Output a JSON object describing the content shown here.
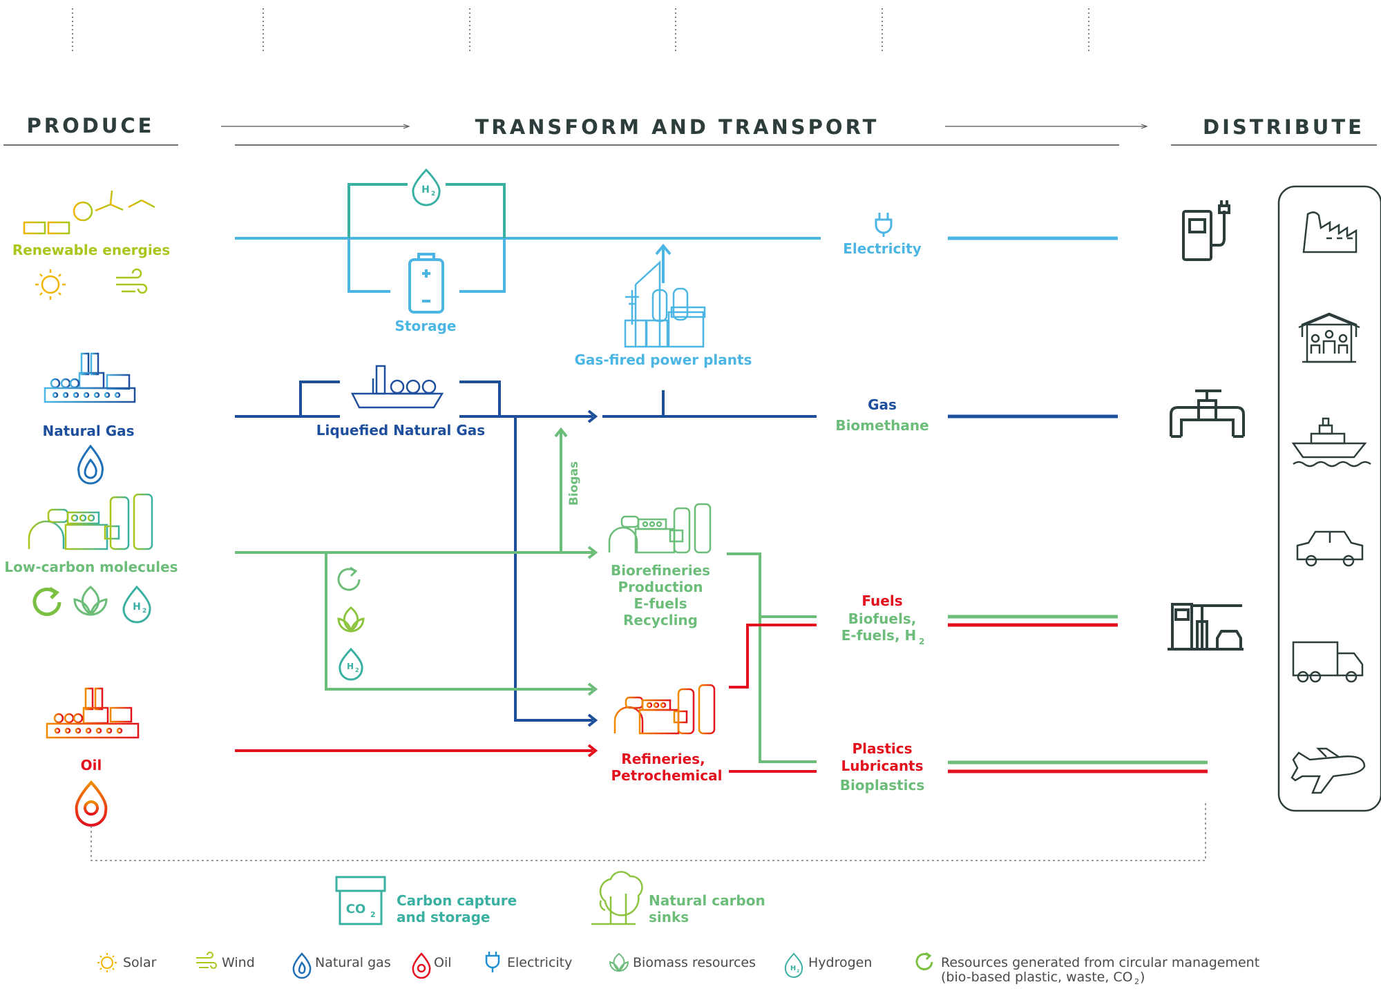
{
  "headers": {
    "produce": "PRODUCE",
    "transform": "TRANSFORM AND TRANSPORT",
    "distribute": "DISTRIBUTE"
  },
  "produce": {
    "renewable": "Renewable energies",
    "natural_gas": "Natural Gas",
    "low_carbon": "Low-carbon molecules",
    "oil": "Oil"
  },
  "transform": {
    "storage": "Storage",
    "lng": "Liquefied Natural Gas",
    "gas_power": "Gas-fired power plants",
    "biogas": "Biogas",
    "biorefineries": [
      "Biorefineries",
      "Production",
      "E-fuels",
      "Recycling"
    ],
    "refineries": [
      "Refineries,",
      "Petrochemical"
    ]
  },
  "outputs": {
    "electricity": "Electricity",
    "gas": "Gas",
    "biomethane": "Biomethane",
    "fuels": "Fuels",
    "biofuels": "Biofuels,",
    "efuels_h2": "E-fuels, H",
    "h2_sub": "2",
    "plastics": "Plastics",
    "lubricants": "Lubricants",
    "bioplastics": "Bioplastics"
  },
  "bottom": {
    "ccs": [
      "Carbon capture",
      "and storage"
    ],
    "ccs_icon_text": "CO",
    "ccs_icon_sub": "2",
    "sinks": [
      "Natural carbon",
      "sinks"
    ]
  },
  "legend": {
    "solar": "Solar",
    "wind": "Wind",
    "natural_gas": "Natural gas",
    "oil": "Oil",
    "electricity": "Electricity",
    "biomass": "Biomass resources",
    "hydrogen": "Hydrogen",
    "circular": "Resources generated from circular management",
    "circular_detail": "(bio-based plastic, waste, CO",
    "circular_detail_sub": "2",
    "circular_detail_end": ")"
  },
  "icons": [
    "solar-icon",
    "wind-icon",
    "natural-gas-icon",
    "oil-icon",
    "electricity-icon",
    "biomass-icon",
    "hydrogen-icon",
    "circular-icon",
    "battery-icon",
    "ship-icon",
    "factory-icon",
    "house-icon",
    "car-icon",
    "truck-icon",
    "plane-icon",
    "ev-charger-icon",
    "gas-valve-icon",
    "fuel-station-icon",
    "tree-icon",
    "co2-box-icon"
  ],
  "colors": {
    "electricity": "#4bb6e3",
    "gas": "#1e4f9c",
    "green": "#6cbd7a",
    "teal": "#3ab0a2",
    "oil": "#e3101d",
    "renewable": "#a9c61b",
    "dark": "#2c3d3c"
  }
}
